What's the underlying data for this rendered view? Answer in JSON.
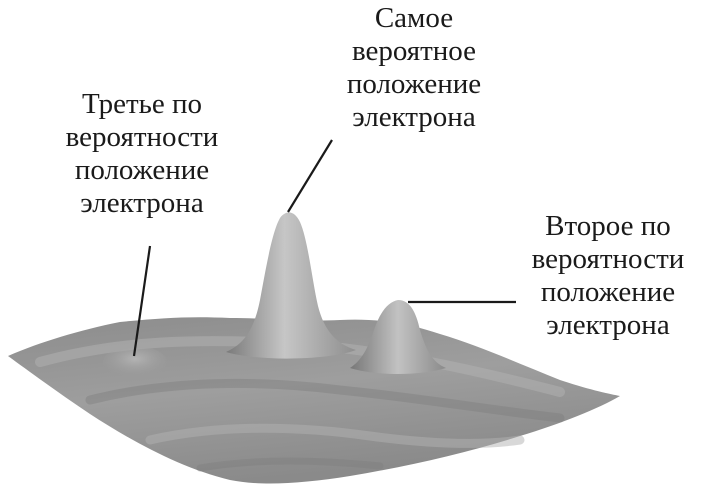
{
  "labels": {
    "most_probable": {
      "lines": [
        "Самое",
        "вероятное",
        "положение",
        "электрона"
      ]
    },
    "third_probable": {
      "lines": [
        "Третье по",
        "вероятности",
        "положение",
        "электрона"
      ]
    },
    "second_probable": {
      "lines": [
        "Второе по",
        "вероятности",
        "положение",
        "электрона"
      ]
    }
  },
  "colors": {
    "surface_fill": "#9a9a9a",
    "surface_light": "#c8c8c8",
    "surface_dark": "#6e6e6e",
    "leader_line": "#1a1a1a",
    "text": "#1a1a1a"
  }
}
